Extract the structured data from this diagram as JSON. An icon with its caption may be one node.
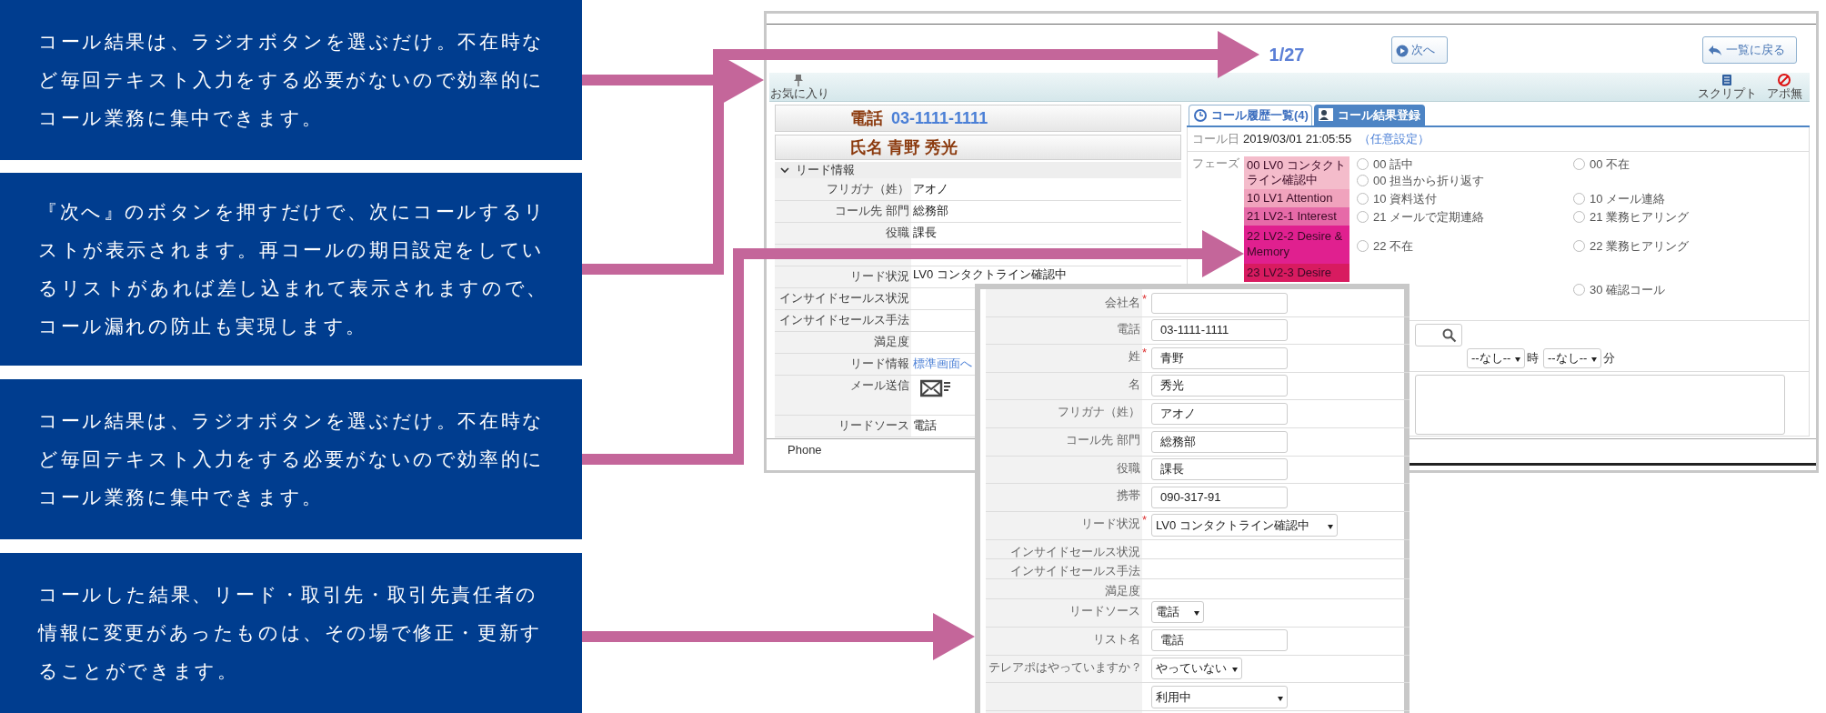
{
  "diagram": {
    "nodes": [
      {
        "text": [
          "コール結果は、ラジオボタンを選ぶだけ。不在時など毎回テキスト入力をする必要がないので効率的にコール業務に集中できます。"
        ]
      },
      {
        "text": [
          "『次へ』のボタンを押すだけで、次にコールするリストが表示されます。再コールの期日設定をしているリストがあれば差し込まれて表示されますので、コール漏れの防止も実現します。"
        ]
      },
      {
        "text": [
          "コール結果は、ラジオボタンを選ぶだけ。不在時など毎回テキスト入力をする必要がないので効率的にコール業務に集中できます。"
        ]
      },
      {
        "text": [
          "コールした結果、リード・取引先・取引先責任者の情報に変更があったものは、その場で修正・更新することができます。"
        ]
      },
      {
        "text": [],
        "shape": "picture"
      },
      {
        "text": [
          "1/27"
        ],
        "in": 4
      },
      {
        "text": [
          "22 LV2-2 Desire & Memory"
        ],
        "in": 4
      },
      {
        "text": [],
        "shape": "picture"
      }
    ],
    "edges": [
      {
        "from": 0,
        "to": 4,
        "arrow": "to"
      },
      {
        "from": 1,
        "to": 5,
        "arrow": "to"
      },
      {
        "from": 2,
        "to": 6,
        "arrow": "to"
      },
      {
        "from": 3,
        "to": 7,
        "arrow": "to"
      }
    ],
    "labels": [
      "次へ",
      "一覧に戻る",
      "お気に入り",
      "スクリプト",
      "アポ無",
      "電話",
      "03-1111-1111",
      "氏名 青野 秀光",
      "リード情報",
      "フリガナ（姓）",
      "アオノ",
      "コール先 部門",
      "総務部",
      "役職",
      "課長",
      "リード状況",
      "LV0 コンタクトライン確認中",
      "インサイドセールス状況",
      "インサイドセールス手法",
      "満足度",
      "リード情報",
      "標準画面へ",
      "メール送信",
      "リードソース",
      "電話",
      "Phone",
      "コール履歴一覧(4)",
      "コール結果登録",
      "コール日",
      "2019/03/01 21:05:55",
      "（任意設定）",
      "フェーズ",
      "00 LV0 コンタクトライン確認中",
      "10 LV1 Attention",
      "21 LV2-1 Interest",
      "23 LV2-3 Desire",
      "00 話中",
      "00 担当から折り返す",
      "00 不在",
      "10 資料送付",
      "10 メール連絡",
      "21 メールで定期連絡",
      "21 業務ヒアリング",
      "22 不在",
      "22 業務ヒアリング",
      "30 確認コール",
      "--なし--",
      "時",
      "--なし--",
      "分",
      "会社名",
      "*",
      "電話",
      "03-1111-1111",
      "姓",
      "*",
      "青野",
      "名",
      "秀光",
      "フリガナ（姓）",
      "アオノ",
      "コール先 部門",
      "総務部",
      "役職",
      "課長",
      "携帯",
      "090-317-91",
      "リード状況",
      "*",
      "LV0 コンタクトライン確認中",
      "インサイドセールス状況",
      "インサイドセールス手法",
      "満足度",
      "リードソース",
      "電話",
      "リスト名",
      "電話",
      "テレアポはやっていますか？",
      "やっていない",
      "利用中"
    ]
  }
}
